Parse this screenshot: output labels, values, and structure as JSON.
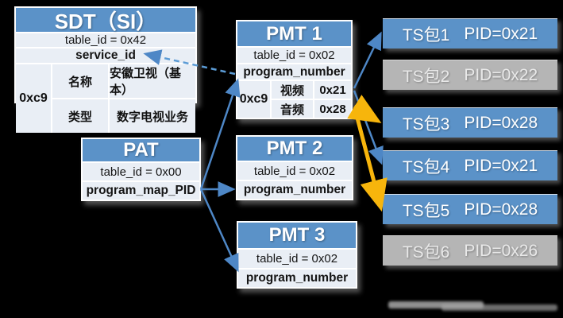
{
  "sdt": {
    "title": "SDT（SI）",
    "row_table_id": "table_id = 0x42",
    "row_service_id": "service_id",
    "detail": {
      "key": "0xc9",
      "entries": [
        {
          "label": "名称",
          "value": "安徽卫视（基本）"
        },
        {
          "label": "类型",
          "value": "数字电视业务"
        }
      ]
    }
  },
  "pat": {
    "title": "PAT",
    "row_table_id": "table_id = 0x00",
    "row_pid": "program_map_PID"
  },
  "pmt1": {
    "title": "PMT 1",
    "row_table_id": "table_id = 0x02",
    "row_number": "program_number",
    "detail": {
      "key": "0xc9",
      "entries": [
        {
          "label": "视频",
          "value": "0x21"
        },
        {
          "label": "音频",
          "value": "0x28"
        }
      ]
    }
  },
  "pmt2": {
    "title": "PMT 2",
    "row_table_id": "table_id = 0x02",
    "row_number": "program_number"
  },
  "pmt3": {
    "title": "PMT 3",
    "row_table_id": "table_id = 0x02",
    "row_number": "program_number"
  },
  "ts_packets": [
    {
      "label": "TS包1",
      "pid": "PID=0x21",
      "state": "active"
    },
    {
      "label": "TS包2",
      "pid": "PID=0x22",
      "state": "inactive"
    },
    {
      "label": "TS包3",
      "pid": "PID=0x28",
      "state": "active"
    },
    {
      "label": "TS包4",
      "pid": "PID=0x21",
      "state": "active"
    },
    {
      "label": "TS包5",
      "pid": "PID=0x28",
      "state": "active"
    },
    {
      "label": "TS包6",
      "pid": "PID=0x26",
      "state": "inactive"
    }
  ],
  "colors": {
    "header_blue": "#5b92c8",
    "row_light": "#e9eef5",
    "inactive_gray": "#b5b5b5",
    "connector_blue": "#4e87c6",
    "connector_yellow": "#f7b50c",
    "background": "#000000"
  }
}
